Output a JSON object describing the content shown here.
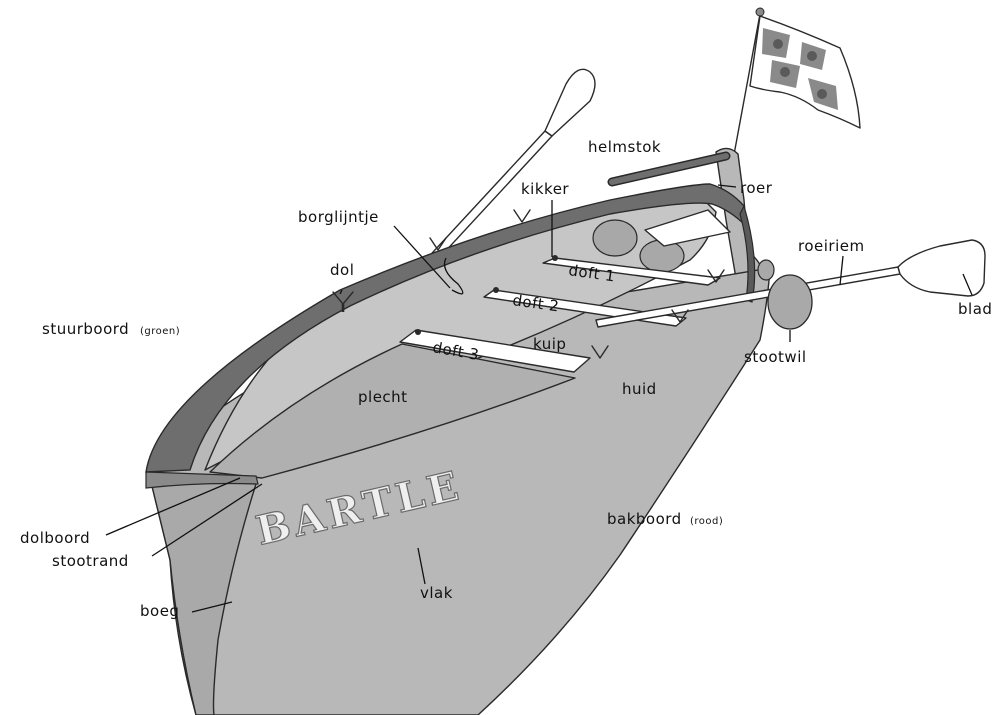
{
  "boat_name": "BARTLE",
  "colors": {
    "hull": "#b8b8b8",
    "hull_dark": "#a9a9a9",
    "interior": "#c6c6c6",
    "gunwale": "#6e6e6e",
    "wood": "#ffffff",
    "ink": "#2a2a2a",
    "flag_pattern": "#8a8a8a"
  },
  "labels": {
    "helmstok": "helmstok",
    "roer": "roer",
    "kikker": "kikker",
    "borglijntje": "borglijntje",
    "roeiriem": "roeiriem",
    "dol": "dol",
    "doft1": "doft 1",
    "doft2": "doft 2",
    "doft3": "doft 3",
    "blad": "blad",
    "stuurboord": "stuurboord",
    "stuurboord_note": "(groen)",
    "kuip": "kuip",
    "stootwil": "stootwil",
    "huid": "huid",
    "plecht": "plecht",
    "bakboord": "bakboord",
    "bakboord_note": "(rood)",
    "dolboord": "dolboord",
    "stootrand": "stootrand",
    "boeg": "boeg",
    "vlak": "vlak"
  }
}
